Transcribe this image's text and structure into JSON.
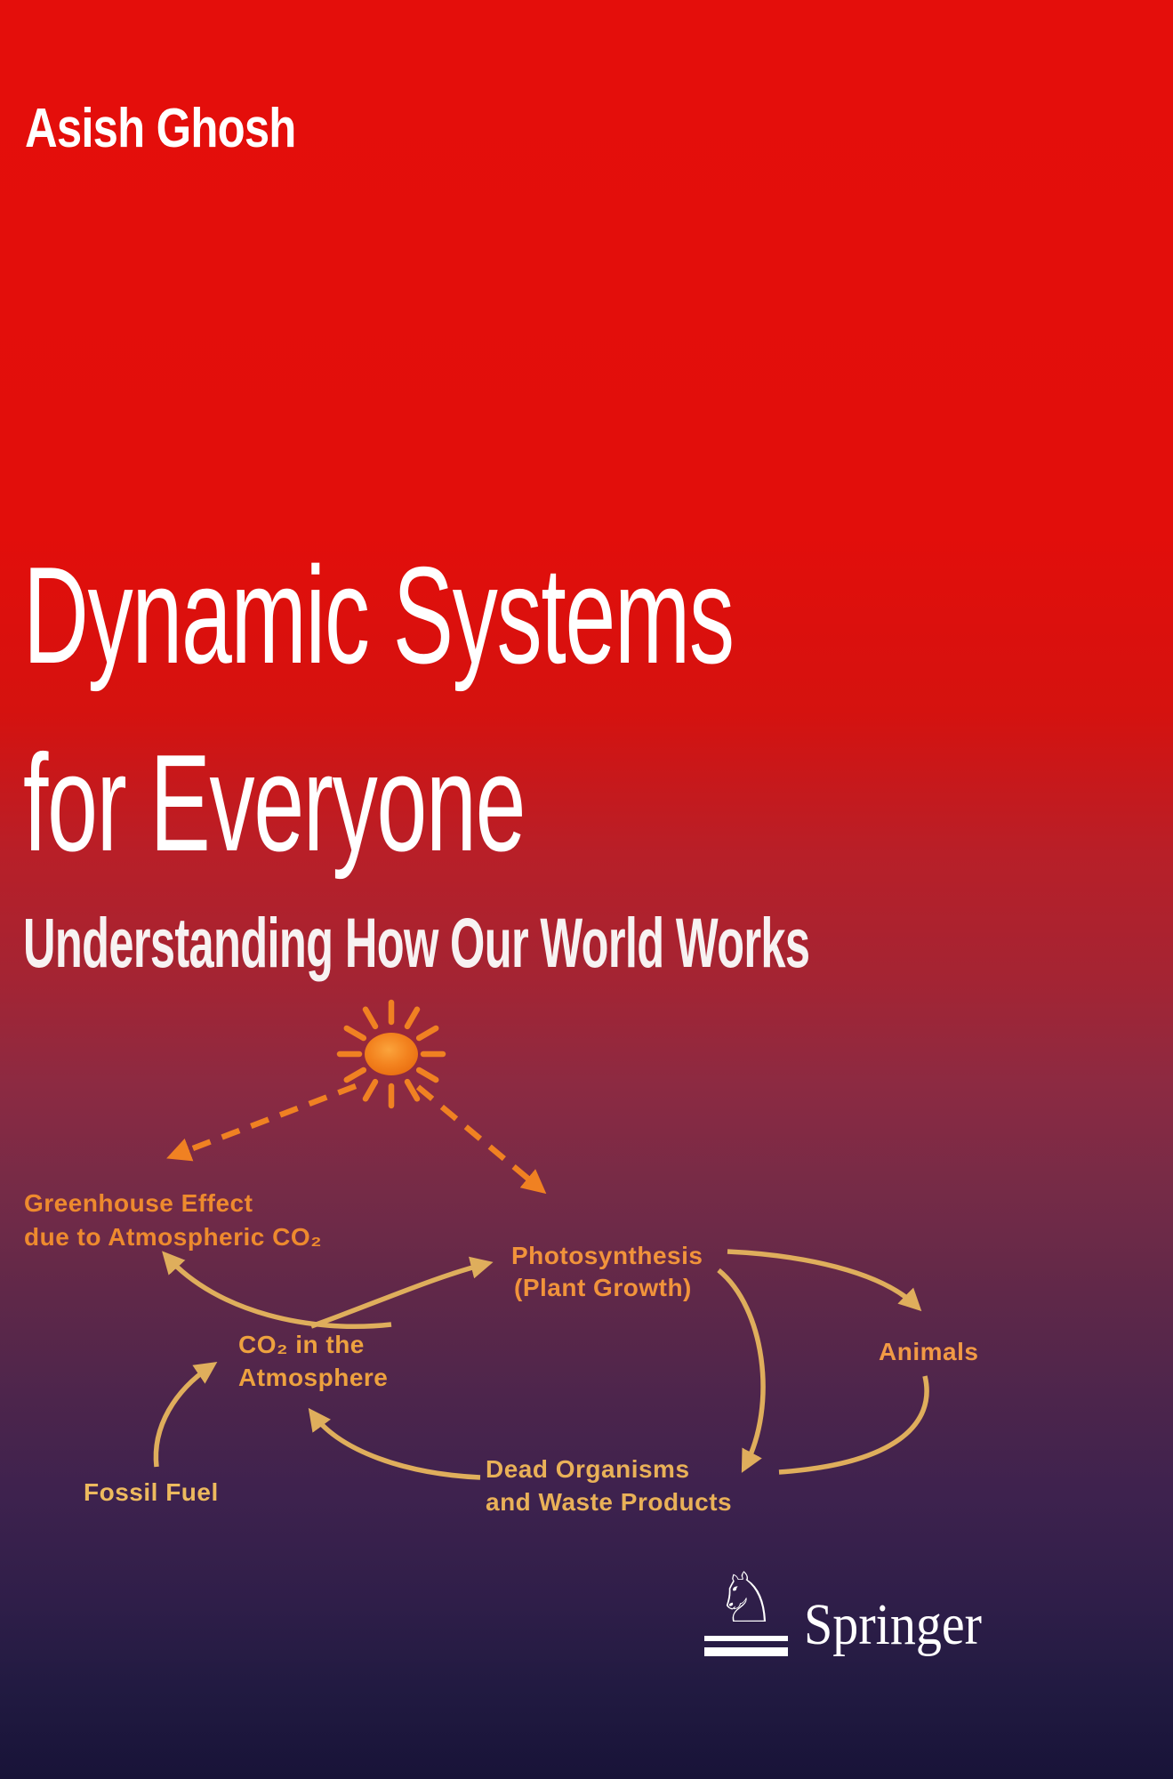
{
  "cover": {
    "author": "Asish Ghosh",
    "title_line1": "Dynamic Systems",
    "title_line2": "for Everyone",
    "subtitle": "Understanding How Our World Works",
    "publisher": "Springer"
  },
  "icons": {
    "sun": "sun-icon",
    "knight": "♘"
  },
  "colors": {
    "top_red": "#e40e0b",
    "bottom_purple": "#181338",
    "sun_orange": "#f08122",
    "dashed_arrow_orange": "#f08122",
    "solid_arrow_gold": "#dfae5c",
    "greenhouse_label": "#ee8a2e",
    "photosynthesis_label": "#f1933b",
    "co2_label": "#eda13f",
    "animals_label": "#f29a45",
    "dead_label": "#e9b158",
    "fossil_label": "#edba5e"
  },
  "diagram": {
    "greenhouse": {
      "line1": "Greenhouse Effect",
      "line2": "due to Atmospheric CO₂"
    },
    "photosynthesis": {
      "line1": "Photosynthesis",
      "line2": "(Plant Growth)"
    },
    "co2": {
      "line1": "CO₂ in the",
      "line2": "Atmosphere"
    },
    "animals": {
      "label": "Animals"
    },
    "dead": {
      "line1": "Dead Organisms",
      "line2": "and Waste Products"
    },
    "fossil": {
      "label": "Fossil  Fuel"
    }
  }
}
